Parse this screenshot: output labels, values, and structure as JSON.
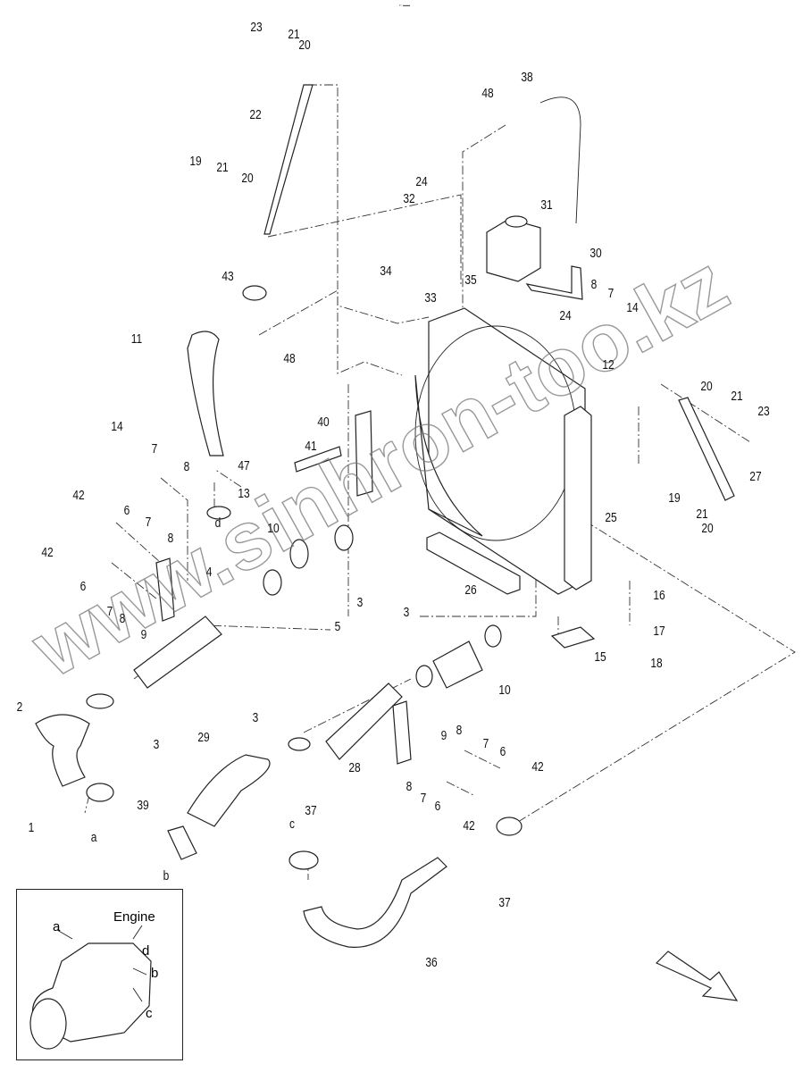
{
  "header": {
    "tiny_text": "▪▫ ▬▬"
  },
  "callouts": [
    "23",
    "21",
    "20",
    "22",
    "19",
    "21",
    "20",
    "48",
    "38",
    "24",
    "32",
    "31",
    "30",
    "43",
    "34",
    "33",
    "35",
    "8",
    "7",
    "14",
    "24",
    "11",
    "48",
    "12",
    "20",
    "21",
    "23",
    "14",
    "7",
    "8",
    "47",
    "13",
    "40",
    "41",
    "27",
    "42",
    "6",
    "7",
    "8",
    "42",
    "6",
    "7",
    "8",
    "9",
    "10",
    "4",
    "3",
    "26",
    "25",
    "19",
    "21",
    "20",
    "16",
    "17",
    "18",
    "15",
    "5",
    "3",
    "10",
    "2",
    "3",
    "29",
    "3",
    "28",
    "9",
    "8",
    "7",
    "6",
    "42",
    "8",
    "7",
    "6",
    "42",
    "1",
    "39",
    "37",
    "37",
    "36"
  ],
  "connection_letters": {
    "a": "a",
    "b": "b",
    "c": "c",
    "d": "d"
  },
  "inset": {
    "title": "Engine",
    "letters": [
      "a",
      "d",
      "b",
      "c"
    ]
  },
  "watermark": "www.sinhron-too.kz",
  "direction_arrow_icon": "front-direction-arrow"
}
